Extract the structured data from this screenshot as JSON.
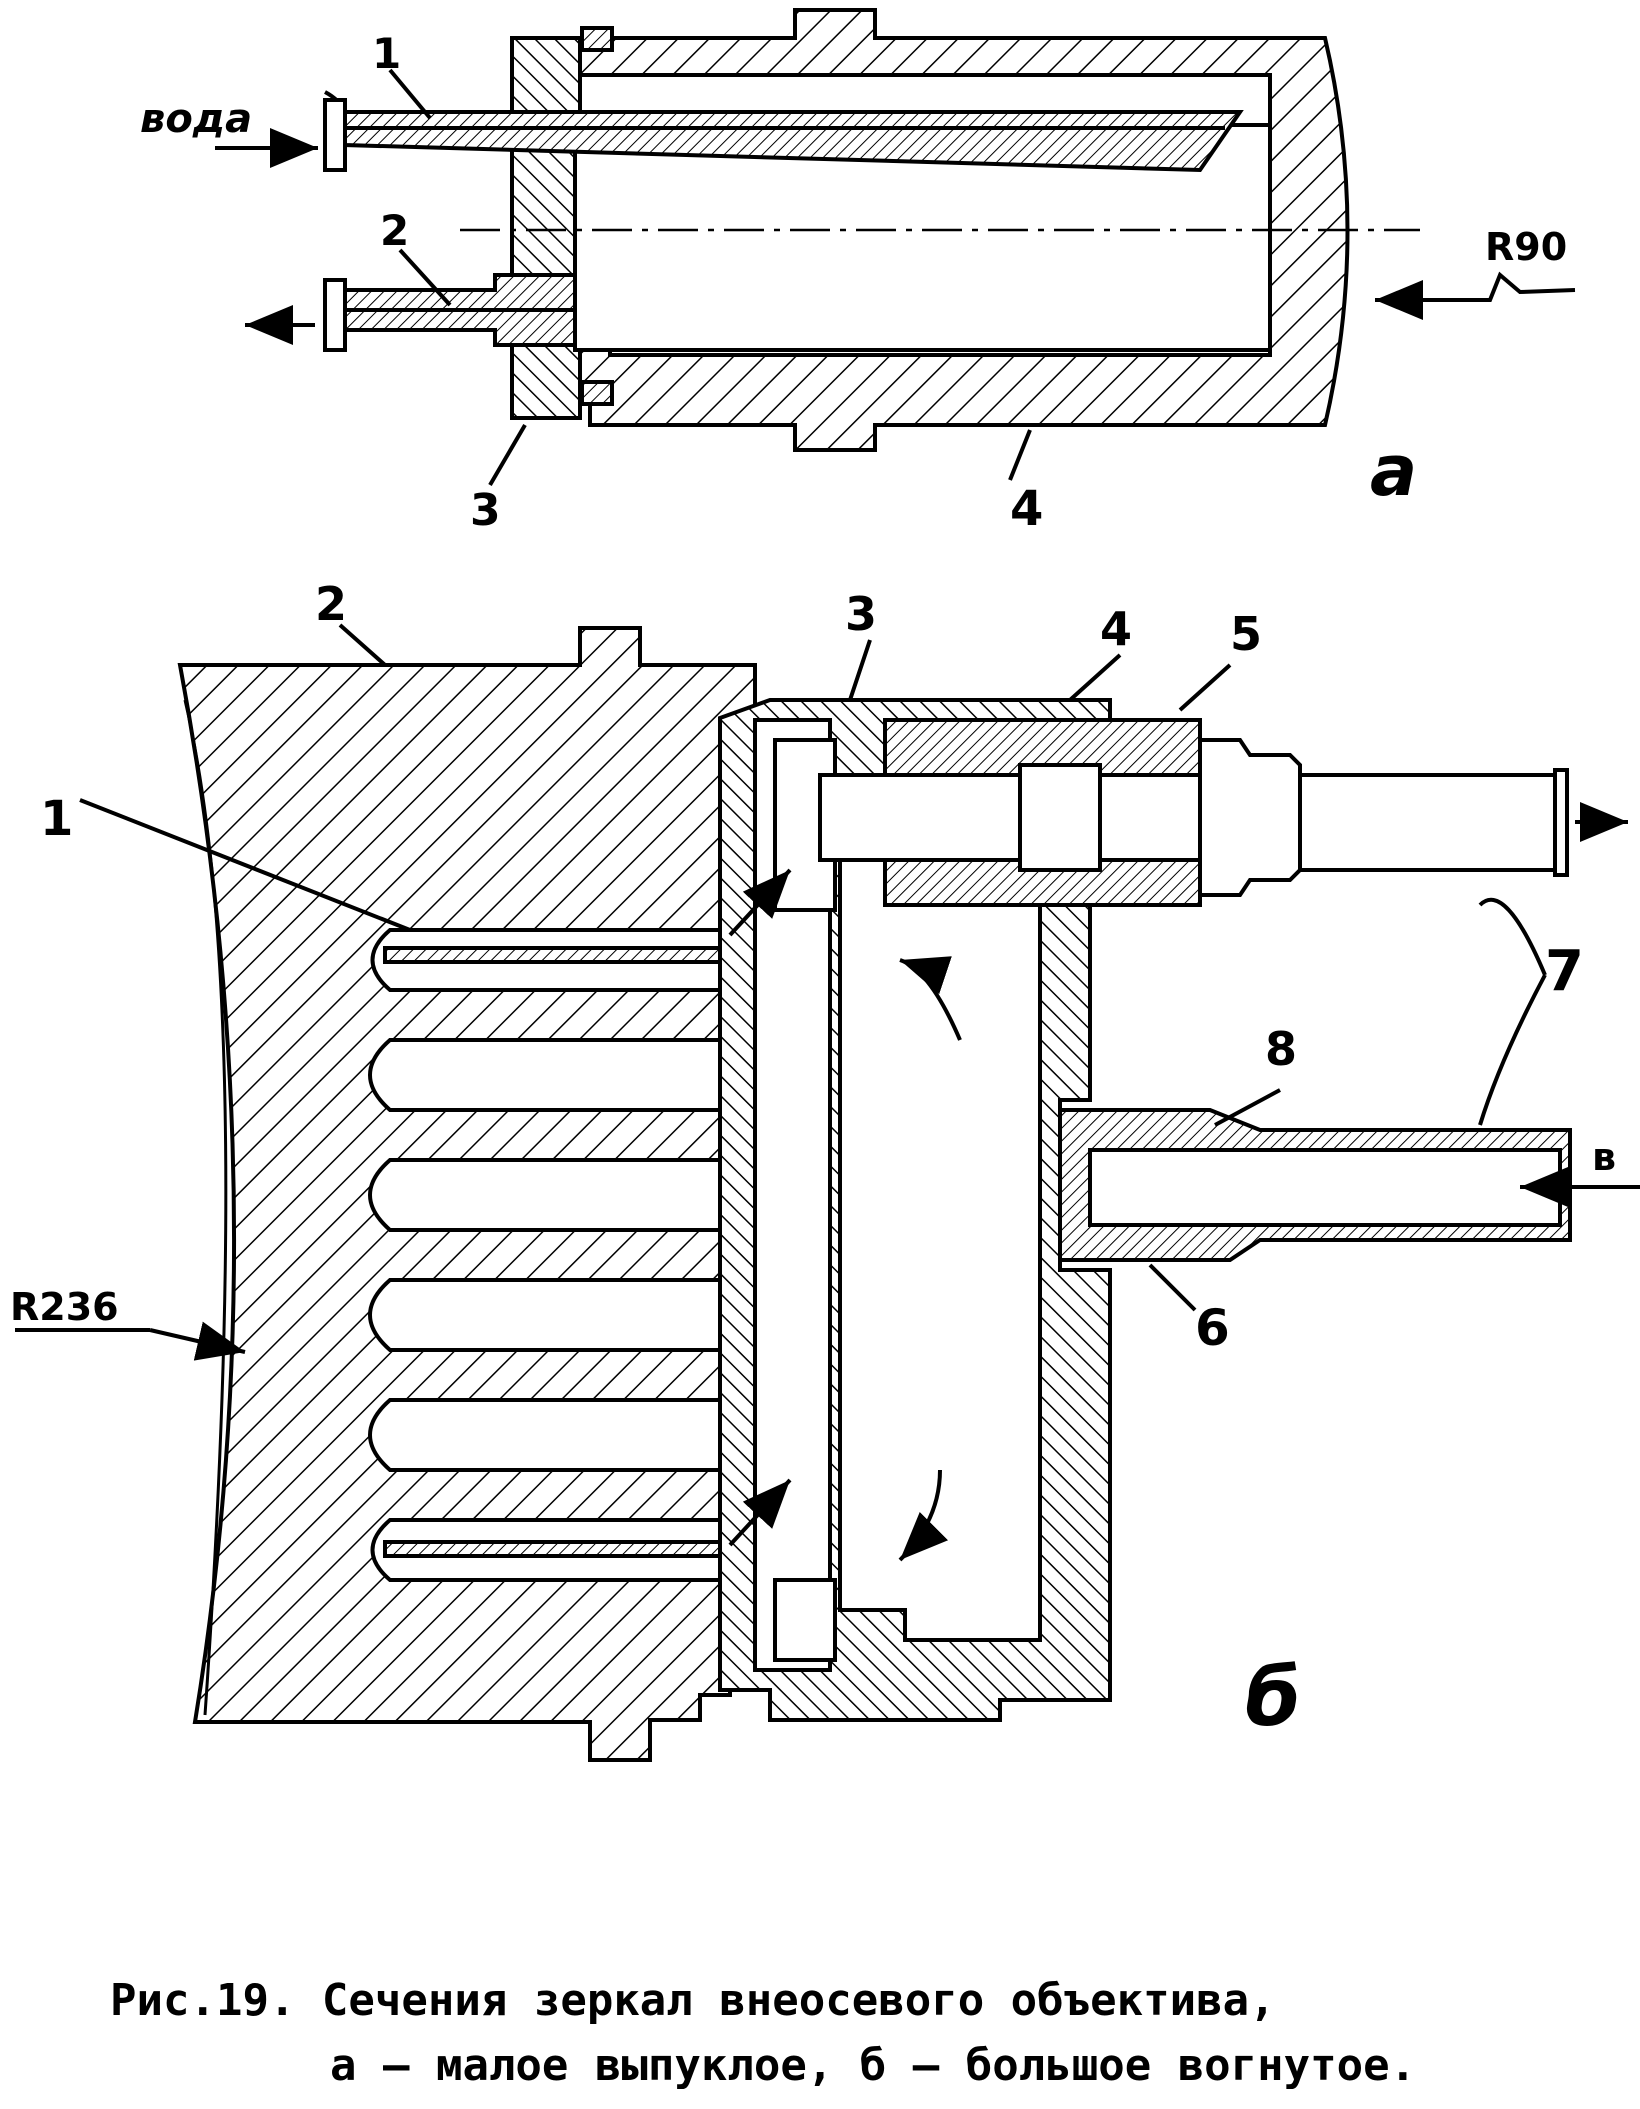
{
  "figure_a": {
    "labels": {
      "water_in": "вода",
      "part_1": "1",
      "part_2": "2",
      "part_3": "3",
      "part_4": "4",
      "radius": "R90",
      "panel": "а"
    }
  },
  "figure_b": {
    "labels": {
      "part_1": "1",
      "part_2": "2",
      "part_3": "3",
      "part_4": "4",
      "part_5": "5",
      "part_6": "6",
      "part_7": "7",
      "part_8": "8",
      "radius": "R236",
      "water_in": "в",
      "panel": "б"
    }
  },
  "caption": {
    "line1": "Рис.19. Сечения зеркал внеосевого объектива,",
    "line2": "а — малое выпуклое, б — большое вогнутое."
  }
}
